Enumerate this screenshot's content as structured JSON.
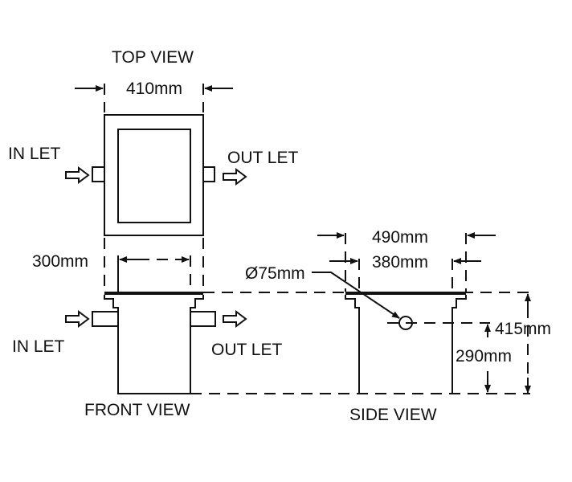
{
  "labels": {
    "top_view": "TOP VIEW",
    "front_view": "FRONT VIEW",
    "side_view": "SIDE VIEW",
    "inlet_top": "IN LET",
    "outlet_top": "OUT LET",
    "inlet_front": "IN LET",
    "outlet_front": "OUT LET"
  },
  "dimensions": {
    "top_width": "410mm",
    "front_inner_width": "300mm",
    "side_outer_width": "490mm",
    "side_inner_width": "380mm",
    "pipe_diameter": "Ø75mm",
    "total_height": "415mm",
    "outlet_height": "290mm"
  },
  "colors": {
    "line": "#111111",
    "background": "#ffffff"
  }
}
